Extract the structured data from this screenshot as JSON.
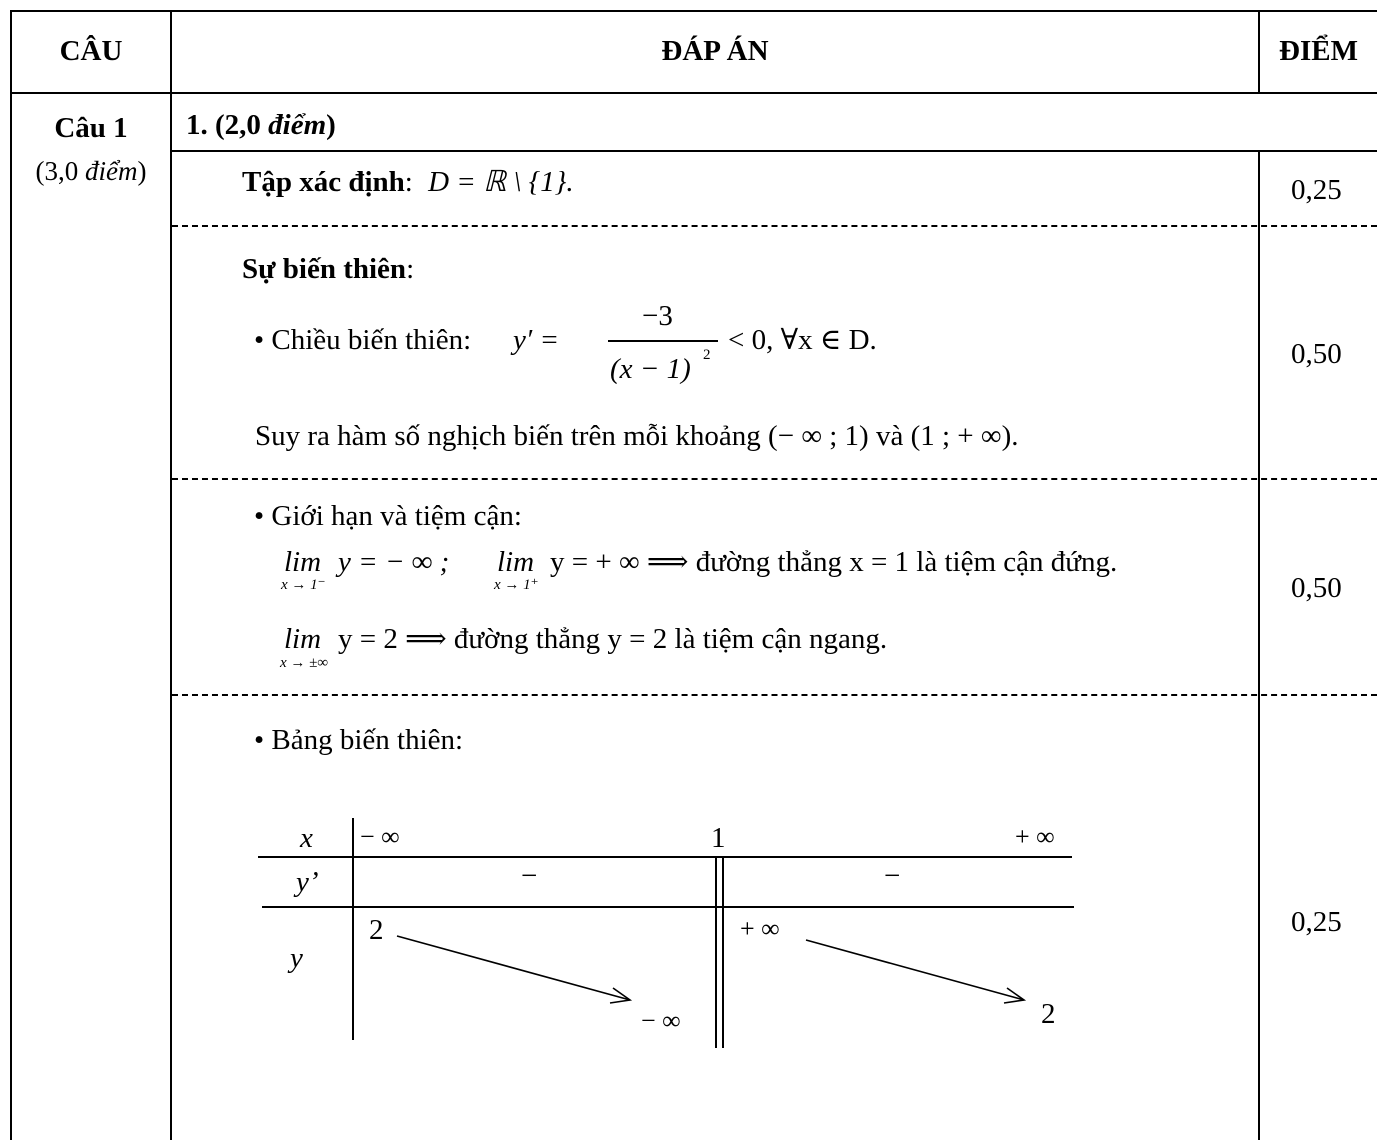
{
  "header": {
    "col_cau": "CÂU",
    "col_dapan": "ĐÁP ÁN",
    "col_diem": "ĐIỂM"
  },
  "question": {
    "title": "Câu 1",
    "points_prefix": "(3,0 ",
    "points_word": "điểm",
    "points_suffix": ")"
  },
  "part": {
    "number": "1. (2,0 ",
    "word": "điểm",
    "close": ")"
  },
  "rows": {
    "domain": {
      "label": "Tập xác định",
      "colon": ":",
      "formula": "D = ℝ \\ {1}.",
      "score": "0,25"
    },
    "variation": {
      "label": "Sự biến thiên",
      "colon": ":",
      "bullet": "• Chiều biến thiên:",
      "yprime": "y′ =",
      "numerator": "−3",
      "denominator": "(x − 1)",
      "exponent": "2",
      "condition": "< 0,  ∀x ∈ D.",
      "conclusion": "Suy ra hàm số nghịch biến trên mỗi khoảng  (− ∞ ; 1)  và  (1 ; + ∞).",
      "score": "0,50"
    },
    "limits": {
      "bullet": "• Giới hạn và tiệm cận:",
      "lim": "lim",
      "sub1": "x → 1⁻",
      "expr1": "y = − ∞ ;",
      "sub2": "x → 1⁺",
      "expr2": "y = + ∞ ⟹  đường thẳng  x = 1  là tiệm cận đứng.",
      "sub3": "x → ±∞",
      "expr3": "y  = 2 ⟹  đường thẳng  y = 2  là tiệm cận ngang.",
      "score": "0,50"
    },
    "table": {
      "bullet": "• Bảng biến thiên:",
      "x_label": "x",
      "yprime_label": "y’",
      "y_label": "y",
      "x_neg_inf": "− ∞",
      "x_one": "1",
      "x_pos_inf": "+ ∞",
      "sign_left": "−",
      "sign_right": "−",
      "y_left_top": "2",
      "y_left_bottom": "− ∞",
      "y_right_top": "+ ∞",
      "y_right_bottom": "2",
      "score": "0,25"
    }
  }
}
